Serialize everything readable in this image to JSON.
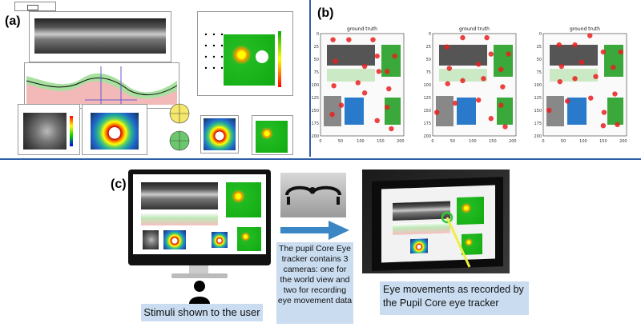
{
  "panels": {
    "a": {
      "label": "(a)"
    },
    "b": {
      "label": "(b)",
      "subplot_title": "ground truth",
      "y_ticks": [
        "0",
        "25",
        "50",
        "75",
        "100",
        "125",
        "150",
        "175",
        "200"
      ],
      "x_ticks": [
        "0",
        "50",
        "100",
        "150",
        "200"
      ]
    },
    "c": {
      "label": "(c)",
      "stimuli_caption": "Stimuli shown to the user",
      "tracker_caption": "The pupil Core Eye tracker contains 3 cameras: one for the world view and two for recording eye movement data",
      "recorded_caption": "Eye movements as recorded by the Pupil Core eye tracker"
    }
  },
  "colors": {
    "divider": "#2f5fa8",
    "callout_bg": "#c9dcf0",
    "arrow": "#3b86c4",
    "fixation": "#e82020"
  }
}
